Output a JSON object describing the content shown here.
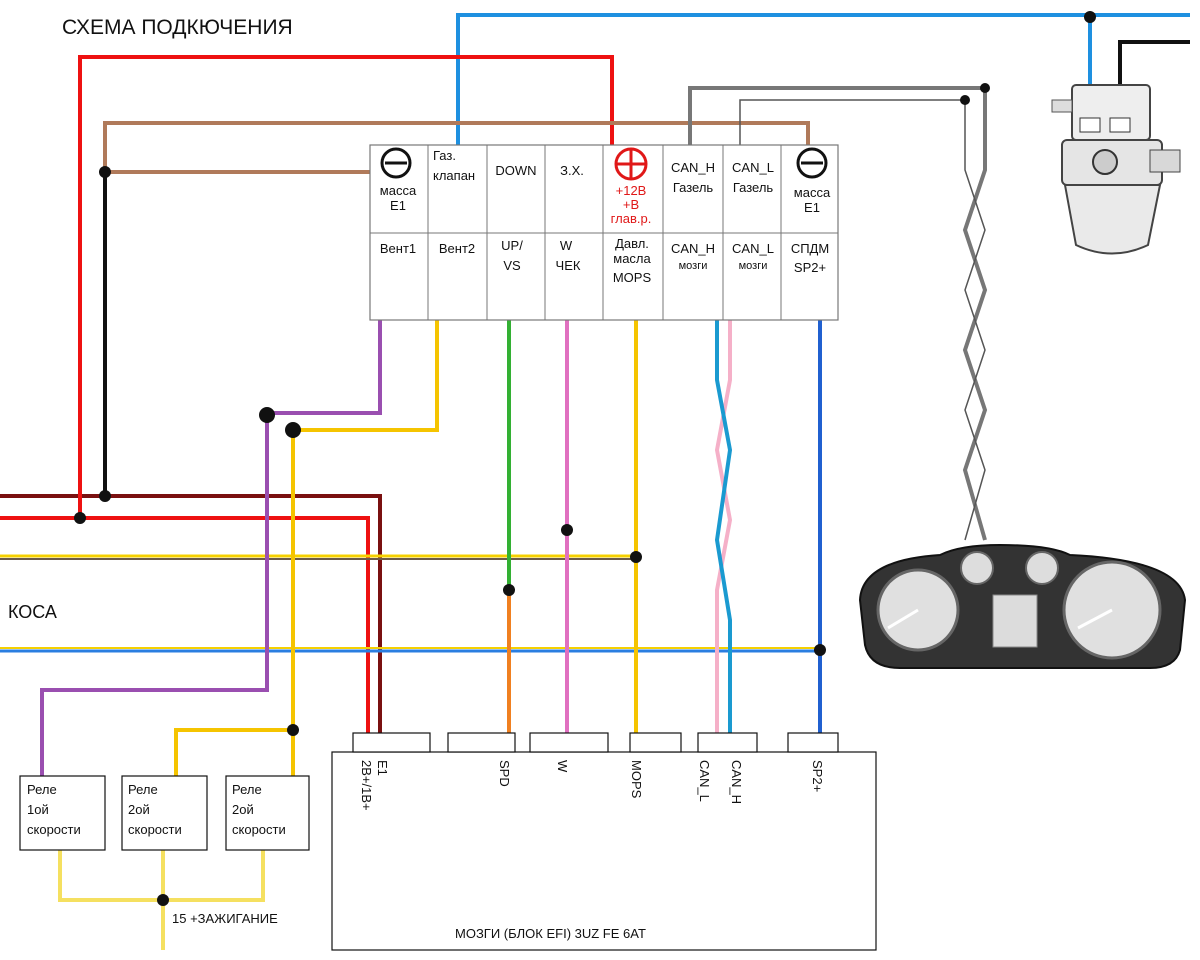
{
  "title": "СХЕМА ПОДКЮЧЕНИЯ",
  "harness_label": "КОСА",
  "ignition_label": "15 +ЗАЖИГАНИЕ",
  "connector_top": [
    {
      "l1": "масса",
      "l2": "E1",
      "icon": "minus-circle-icon"
    },
    {
      "l1": "Газ.",
      "l2": "клапан"
    },
    {
      "l1": "DOWN"
    },
    {
      "l1": "З.Х."
    },
    {
      "l1": "+12В",
      "l2": "+В",
      "l3": "глав.р.",
      "icon": "plus-circle-icon"
    },
    {
      "l1": "CAN_H",
      "l2": "Газель"
    },
    {
      "l1": "CAN_L",
      "l2": "Газель"
    },
    {
      "l1": "масса",
      "l2": "E1",
      "icon": "minus-circle-icon"
    }
  ],
  "connector_bottom": [
    {
      "l1": "Вент1"
    },
    {
      "l1": "Вент2"
    },
    {
      "l1": "UP/",
      "l2": "VS"
    },
    {
      "l1": "W",
      "l2": "ЧЕК"
    },
    {
      "l1": "Давл.",
      "l2": "масла",
      "l3": "MOPS"
    },
    {
      "l1": "CAN_H",
      "l2": "мозги"
    },
    {
      "l1": "CAN_L",
      "l2": "мозги"
    },
    {
      "l1": "СПДМ",
      "l2": "SP2+"
    }
  ],
  "relays": [
    {
      "l1": "Реле",
      "l2": "1ой",
      "l3": "скорости"
    },
    {
      "l1": "Реле",
      "l2": "2ой",
      "l3": "скорости"
    },
    {
      "l1": "Реле",
      "l2": "2ой",
      "l3": "скорости"
    }
  ],
  "ecu": {
    "label": "МОЗГИ (БЛОК EFI)  3UZ FE 6AT",
    "pins": [
      "E1",
      "2B+/1B+",
      "SPD",
      "W",
      "MOPS",
      "CAN_L",
      "CAN_H",
      "SP2+"
    ]
  },
  "colors": {
    "red": "#ee1111",
    "dark_red": "#7a1010",
    "brown": "#b07a5a",
    "blue": "#1e90e0",
    "purple": "#9a4fb0",
    "yellow": "#f5c400",
    "green": "#33b033",
    "orange": "#f08020",
    "pink": "#e070c0",
    "light_pink": "#f5b0c8",
    "can_blue": "#1a9ad0",
    "sp_blue": "#2060d0",
    "gray": "#777777"
  }
}
